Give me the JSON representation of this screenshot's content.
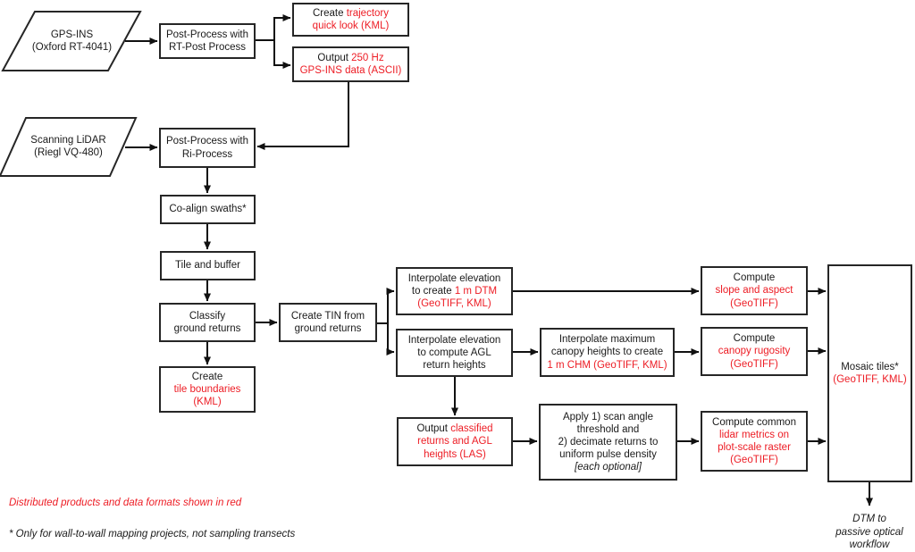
{
  "diagram": {
    "title_hint": "LiDAR processing workflow flowchart",
    "colors": {
      "red": "#ed1c24",
      "line": "#111111",
      "border": "#262626",
      "background": "#ffffff"
    },
    "nodes": {
      "gps_ins": {
        "shape": "parallelogram",
        "lines": [
          [
            {
              "t": "GPS-INS"
            }
          ],
          [
            {
              "t": "(Oxford RT-4041)"
            }
          ]
        ]
      },
      "rt_post": {
        "shape": "rect",
        "lines": [
          [
            {
              "t": "Post-Process with"
            }
          ],
          [
            {
              "t": "RT-Post Process"
            }
          ]
        ]
      },
      "trajectory": {
        "shape": "rect",
        "lines": [
          [
            {
              "t": "Create "
            },
            {
              "t": "trajectory",
              "red": true
            }
          ],
          [
            {
              "t": "quick look (KML)",
              "red": true
            }
          ]
        ]
      },
      "output_250": {
        "shape": "rect",
        "lines": [
          [
            {
              "t": "Output "
            },
            {
              "t": "250 Hz",
              "red": true
            }
          ],
          [
            {
              "t": "GPS-INS data (ASCII)",
              "red": true
            }
          ]
        ]
      },
      "scanning_lidar": {
        "shape": "parallelogram",
        "lines": [
          [
            {
              "t": "Scanning LiDAR"
            }
          ],
          [
            {
              "t": "(Riegl VQ-480)"
            }
          ]
        ]
      },
      "ri_process": {
        "shape": "rect",
        "lines": [
          [
            {
              "t": "Post-Process with"
            }
          ],
          [
            {
              "t": "Ri-Process"
            }
          ]
        ]
      },
      "co_align": {
        "shape": "rect",
        "lines": [
          [
            {
              "t": "Co-align swaths*"
            }
          ]
        ]
      },
      "tile_buffer": {
        "shape": "rect",
        "lines": [
          [
            {
              "t": "Tile and buffer"
            }
          ]
        ]
      },
      "classify": {
        "shape": "rect",
        "lines": [
          [
            {
              "t": "Classify"
            }
          ],
          [
            {
              "t": "ground returns"
            }
          ]
        ]
      },
      "tile_boundaries": {
        "shape": "rect",
        "lines": [
          [
            {
              "t": "Create"
            }
          ],
          [
            {
              "t": "tile boundaries",
              "red": true
            }
          ],
          [
            {
              "t": "(KML)",
              "red": true
            }
          ]
        ]
      },
      "create_tin": {
        "shape": "rect",
        "lines": [
          [
            {
              "t": "Create TIN from"
            }
          ],
          [
            {
              "t": "ground returns"
            }
          ]
        ]
      },
      "dtm": {
        "shape": "rect",
        "lines": [
          [
            {
              "t": "Interpolate elevation"
            }
          ],
          [
            {
              "t": "to create "
            },
            {
              "t": "1 m DTM",
              "red": true
            }
          ],
          [
            {
              "t": "(GeoTIFF, KML)",
              "red": true
            }
          ]
        ]
      },
      "agl": {
        "shape": "rect",
        "lines": [
          [
            {
              "t": "Interpolate elevation"
            }
          ],
          [
            {
              "t": "to compute AGL"
            }
          ],
          [
            {
              "t": "return heights"
            }
          ]
        ]
      },
      "chm": {
        "shape": "rect",
        "lines": [
          [
            {
              "t": "Interpolate maximum"
            }
          ],
          [
            {
              "t": "canopy heights to create"
            }
          ],
          [
            {
              "t": "1 m CHM (GeoTIFF, KML)",
              "red": true
            }
          ]
        ]
      },
      "slope": {
        "shape": "rect",
        "lines": [
          [
            {
              "t": "Compute"
            }
          ],
          [
            {
              "t": "slope and aspect",
              "red": true
            }
          ],
          [
            {
              "t": "(GeoTIFF)",
              "red": true
            }
          ]
        ]
      },
      "rugosity": {
        "shape": "rect",
        "lines": [
          [
            {
              "t": "Compute"
            }
          ],
          [
            {
              "t": "canopy rugosity",
              "red": true
            }
          ],
          [
            {
              "t": "(GeoTIFF)",
              "red": true
            }
          ]
        ]
      },
      "las": {
        "shape": "rect",
        "lines": [
          [
            {
              "t": "Output "
            },
            {
              "t": "classified",
              "red": true
            }
          ],
          [
            {
              "t": "returns and AGL",
              "red": true
            }
          ],
          [
            {
              "t": "heights (LAS)",
              "red": true
            }
          ]
        ]
      },
      "apply": {
        "shape": "rect",
        "lines": [
          [
            {
              "t": "Apply 1) scan angle"
            }
          ],
          [
            {
              "t": "threshold and"
            }
          ],
          [
            {
              "t": "2) decimate returns to"
            }
          ],
          [
            {
              "t": "uniform pulse density"
            }
          ],
          [
            {
              "t": "[each optional]",
              "it": true
            }
          ]
        ]
      },
      "metrics": {
        "shape": "rect",
        "lines": [
          [
            {
              "t": "Compute common"
            }
          ],
          [
            {
              "t": "lidar metrics on",
              "red": true
            }
          ],
          [
            {
              "t": "plot-scale raster",
              "red": true
            }
          ],
          [
            {
              "t": "(GeoTIFF)",
              "red": true
            }
          ]
        ]
      },
      "mosaic": {
        "shape": "rect",
        "lines": [
          [
            {
              "t": "Mosaic tiles*"
            }
          ],
          [
            {
              "t": "(GeoTIFF, KML)",
              "red": true
            }
          ]
        ]
      },
      "dtm_passive": {
        "shape": "text",
        "lines": [
          [
            {
              "t": "DTM to",
              "it": true
            }
          ],
          [
            {
              "t": "passive optical",
              "it": true
            }
          ],
          [
            {
              "t": "workflow",
              "it": true
            }
          ]
        ]
      }
    },
    "edges": [
      {
        "from": "gps_ins",
        "to": "rt_post"
      },
      {
        "from": "rt_post",
        "to": "trajectory"
      },
      {
        "from": "rt_post",
        "to": "output_250"
      },
      {
        "from": "output_250",
        "to": "ri_process"
      },
      {
        "from": "scanning_lidar",
        "to": "ri_process"
      },
      {
        "from": "ri_process",
        "to": "co_align"
      },
      {
        "from": "co_align",
        "to": "tile_buffer"
      },
      {
        "from": "tile_buffer",
        "to": "classify"
      },
      {
        "from": "classify",
        "to": "tile_boundaries"
      },
      {
        "from": "classify",
        "to": "create_tin"
      },
      {
        "from": "create_tin",
        "to": "dtm"
      },
      {
        "from": "create_tin",
        "to": "agl"
      },
      {
        "from": "dtm",
        "to": "slope"
      },
      {
        "from": "agl",
        "to": "chm"
      },
      {
        "from": "chm",
        "to": "rugosity"
      },
      {
        "from": "agl",
        "to": "las"
      },
      {
        "from": "las",
        "to": "apply"
      },
      {
        "from": "apply",
        "to": "metrics"
      },
      {
        "from": "slope",
        "to": "mosaic"
      },
      {
        "from": "rugosity",
        "to": "mosaic"
      },
      {
        "from": "metrics",
        "to": "mosaic"
      },
      {
        "from": "mosaic",
        "to": "dtm_passive"
      }
    ],
    "notes": {
      "distributed": "Distributed products and data formats shown in red",
      "asterisk": "* Only for wall-to-wall mapping projects, not sampling transects"
    }
  }
}
